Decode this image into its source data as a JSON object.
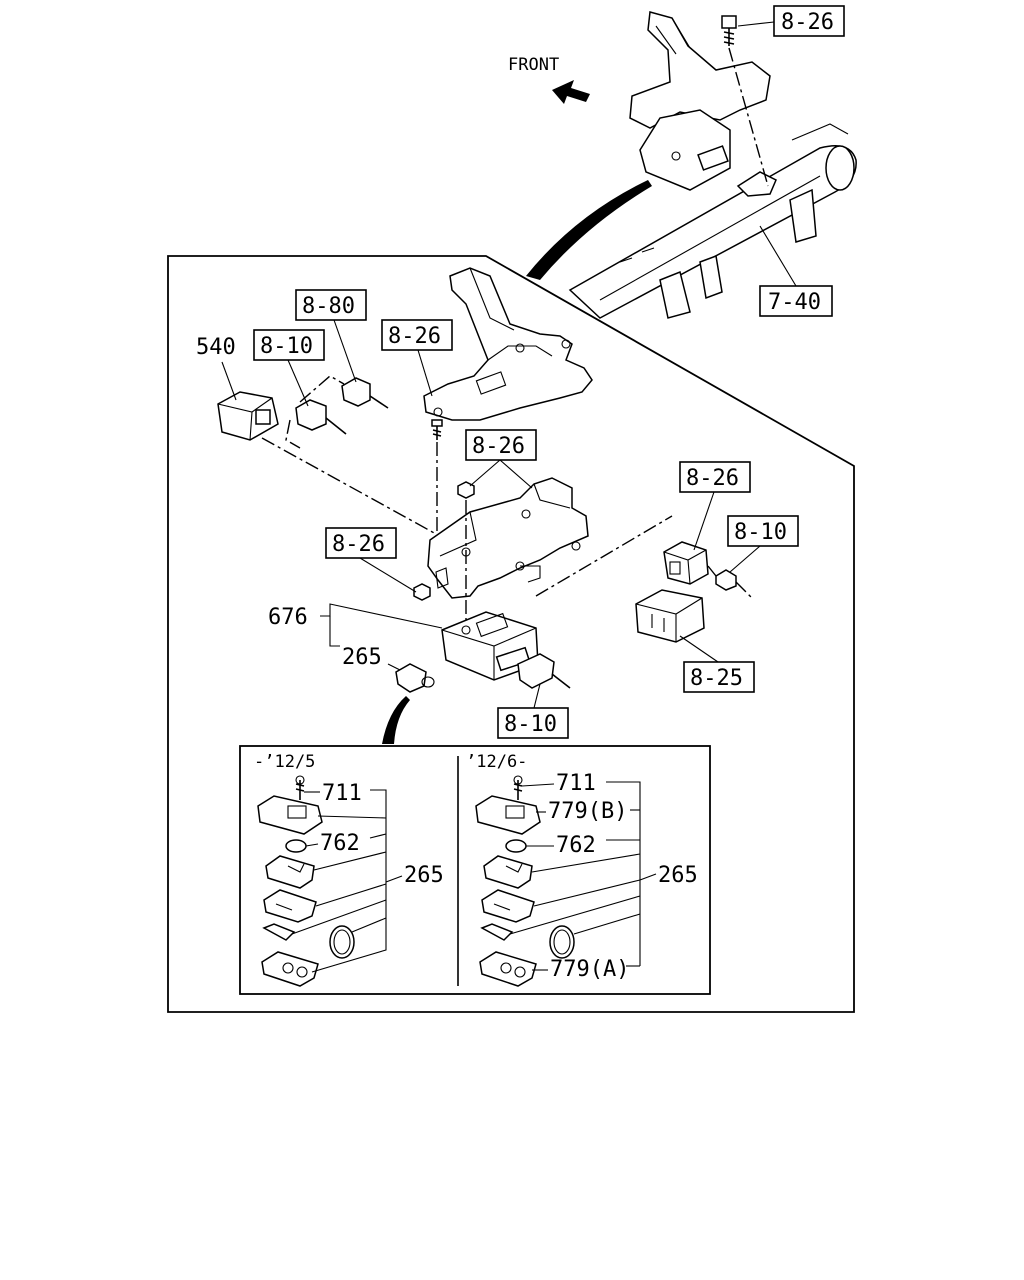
{
  "direction_label": "FRONT",
  "callouts": {
    "bolt_top": "8-26",
    "steering_column": "7-40",
    "connector_upper": "8-80",
    "connector_left": "8-10",
    "relay_540": "540",
    "bracket_upper": "8-26",
    "nut_pair": "8-26",
    "nut_left": "8-26",
    "relay_right": "8-26",
    "connector_right": "8-10",
    "relay_cover": "8-25",
    "unit_676": "676",
    "key_265": "265",
    "connector_bottom": "8-10"
  },
  "detail_left": {
    "period": "-’12/5",
    "labels": [
      "711",
      "762",
      "265"
    ]
  },
  "detail_right": {
    "period": "’12/6-",
    "labels": [
      "711",
      "779(B)",
      "762",
      "265",
      "779(A)"
    ]
  }
}
